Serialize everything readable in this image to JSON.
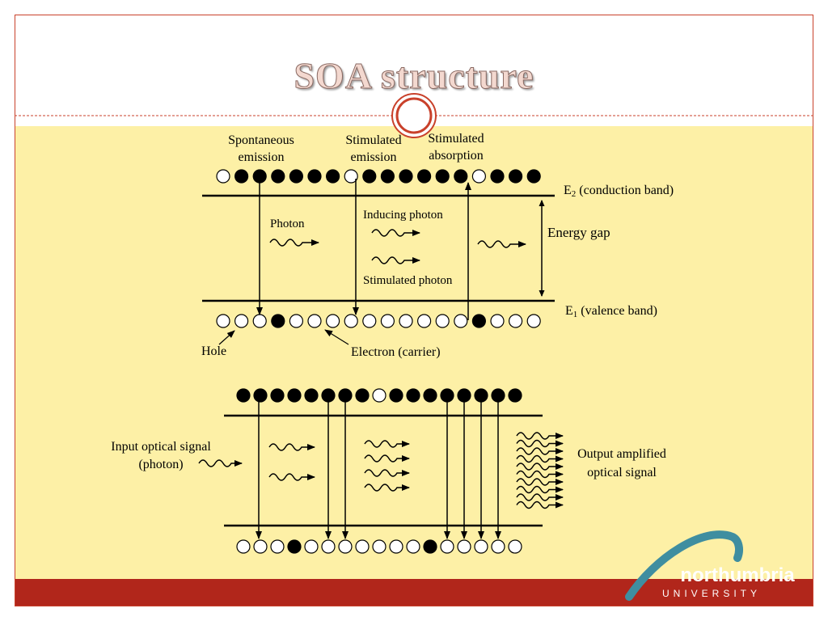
{
  "slide": {
    "title": "SOA structure"
  },
  "diagram_top": {
    "labels": {
      "spontaneous_l1": "Spontaneous",
      "spontaneous_l2": "emission",
      "stimulated_em_l1": "Stimulated",
      "stimulated_em_l2": "emission",
      "stimulated_ab_l1": "Stimulated",
      "stimulated_ab_l2": "absorption",
      "conduction_e": "E",
      "conduction_sub": "2",
      "conduction_rest": " (conduction band)",
      "valence_e": "E",
      "valence_sub": "1",
      "valence_rest": " (valence band)",
      "energy_gap": "Energy gap",
      "photon": "Photon",
      "inducing_photon": "Inducing photon",
      "stimulated_photon": "Stimulated photon",
      "hole": "Hole",
      "electron": "Electron (carrier)"
    },
    "upper_row": [
      "o",
      "f",
      "f",
      "f",
      "f",
      "f",
      "f",
      "o",
      "f",
      "f",
      "f",
      "f",
      "f",
      "f",
      "o",
      "f",
      "f",
      "f"
    ],
    "lower_row": [
      "o",
      "o",
      "o",
      "f",
      "o",
      "o",
      "o",
      "o",
      "o",
      "o",
      "o",
      "o",
      "o",
      "o",
      "f",
      "o",
      "o",
      "o"
    ]
  },
  "diagram_bottom": {
    "labels": {
      "input_l1": "Input optical signal",
      "input_l2": "(photon)",
      "output_l1": "Output amplified",
      "output_l2": "optical signal"
    },
    "upper_row": [
      "f",
      "f",
      "f",
      "f",
      "f",
      "f",
      "f",
      "f",
      "o",
      "f",
      "f",
      "f",
      "f",
      "f",
      "f",
      "f",
      "f"
    ],
    "lower_row": [
      "o",
      "o",
      "o",
      "f",
      "o",
      "o",
      "o",
      "o",
      "o",
      "o",
      "o",
      "f",
      "o",
      "o",
      "o",
      "o",
      "o"
    ]
  },
  "branding": {
    "logo_word": "northumbria",
    "logo_sub": "UNIVERSITY"
  },
  "colors": {
    "accent_red": "#b1261b",
    "body_yellow": "#fdf0a6",
    "logo_teal": "#3f8ea0"
  }
}
